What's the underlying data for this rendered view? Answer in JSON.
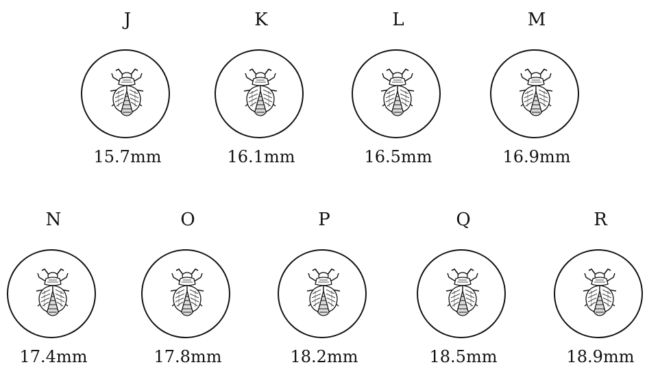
{
  "rows": [
    [
      {
        "letter": "J",
        "value": "15.7mm"
      },
      {
        "letter": "K",
        "value": "16.1mm"
      },
      {
        "letter": "L",
        "value": "16.5mm"
      },
      {
        "letter": "M",
        "value": "16.9mm"
      }
    ],
    [
      {
        "letter": "N",
        "value": "17.4mm"
      },
      {
        "letter": "O",
        "value": "17.8mm"
      },
      {
        "letter": "P",
        "value": "18.2mm"
      },
      {
        "letter": "Q",
        "value": "18.5mm"
      },
      {
        "letter": "R",
        "value": "18.9mm"
      }
    ]
  ],
  "icons": {
    "ring_image": "beetle-icon"
  }
}
